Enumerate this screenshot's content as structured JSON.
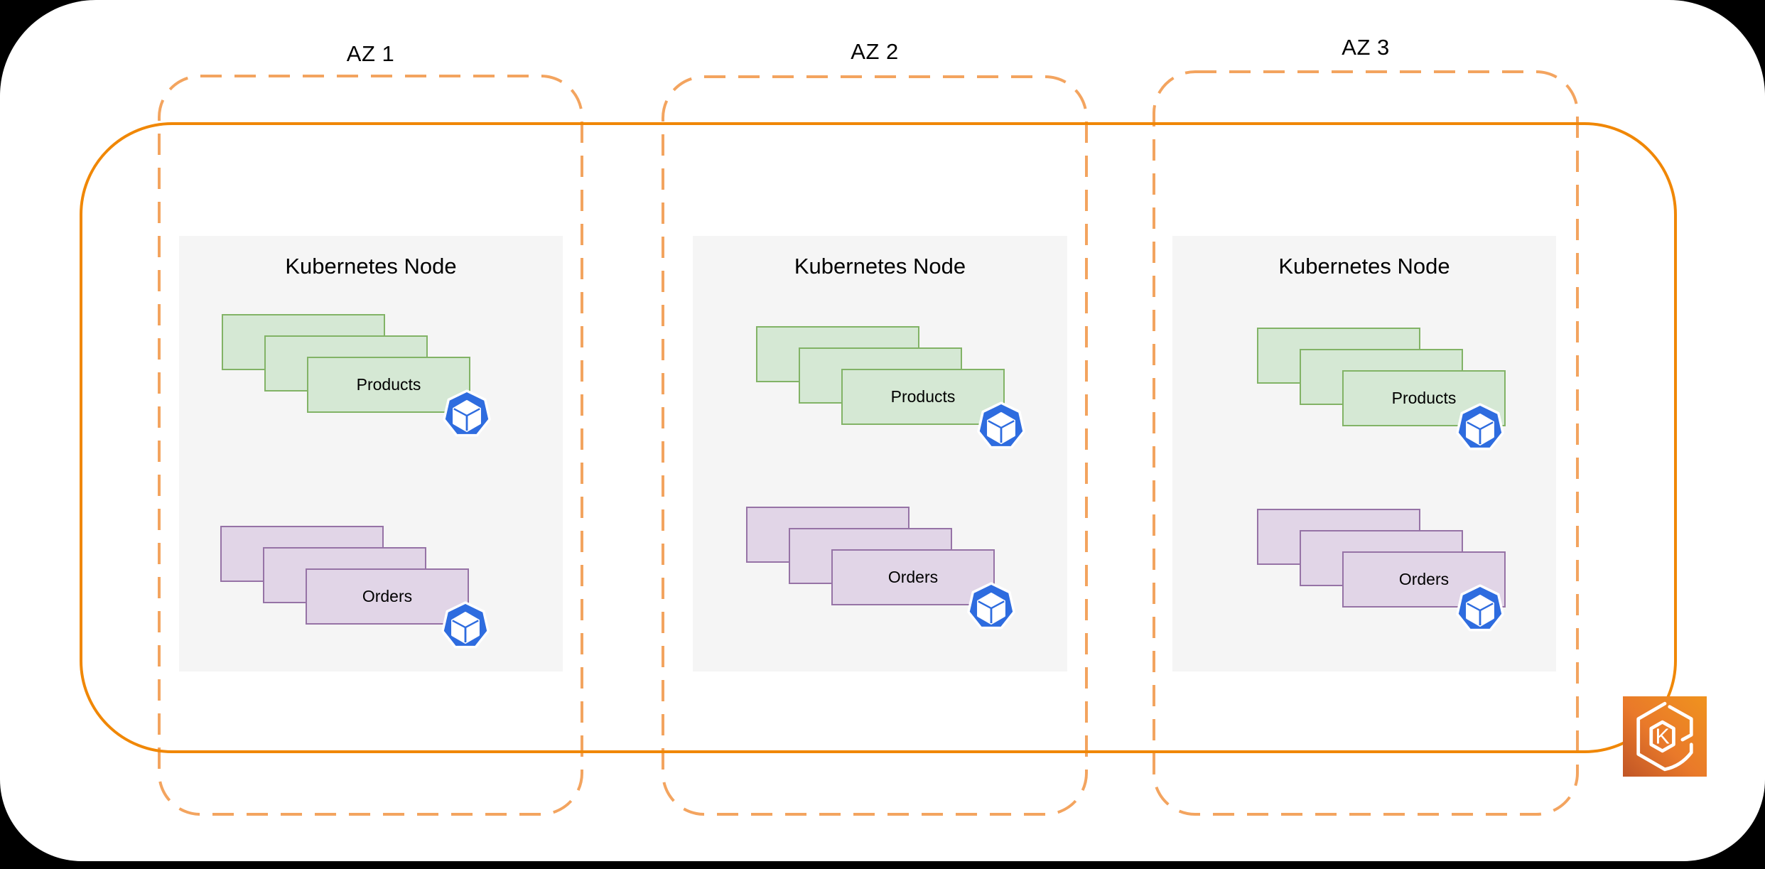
{
  "azs": [
    {
      "label": "AZ 1",
      "node": {
        "title": "Kubernetes Node",
        "workloads": [
          {
            "label": "Products",
            "stacked_cards": 3
          },
          {
            "label": "Orders",
            "stacked_cards": 3
          }
        ]
      }
    },
    {
      "label": "AZ 2",
      "node": {
        "title": "Kubernetes Node",
        "workloads": [
          {
            "label": "Products",
            "stacked_cards": 3
          },
          {
            "label": "Orders",
            "stacked_cards": 3
          }
        ]
      }
    },
    {
      "label": "AZ 3",
      "node": {
        "title": "Kubernetes Node",
        "workloads": [
          {
            "label": "Products",
            "stacked_cards": 3
          },
          {
            "label": "Orders",
            "stacked_cards": 3
          }
        ]
      }
    }
  ],
  "icons": {
    "pod": "kubernetes-pod-icon",
    "eks": "amazon-eks-icon",
    "eks_letter": "K"
  },
  "colors": {
    "page_background": "#000000",
    "canvas_card": "#ffffff",
    "az_dashed_border": "#F3A45F",
    "cluster_solid_border": "#F08705",
    "node_background": "#F5F5F5",
    "products_fill": "#D5E8D4",
    "products_border": "#82B366",
    "orders_fill": "#E1D5E7",
    "orders_border": "#9673A6",
    "pod_icon_blue": "#2E6CDF",
    "eks_icon_gradient_start": "#C05526",
    "eks_icon_gradient_end": "#F0931E",
    "text": "#000000"
  }
}
